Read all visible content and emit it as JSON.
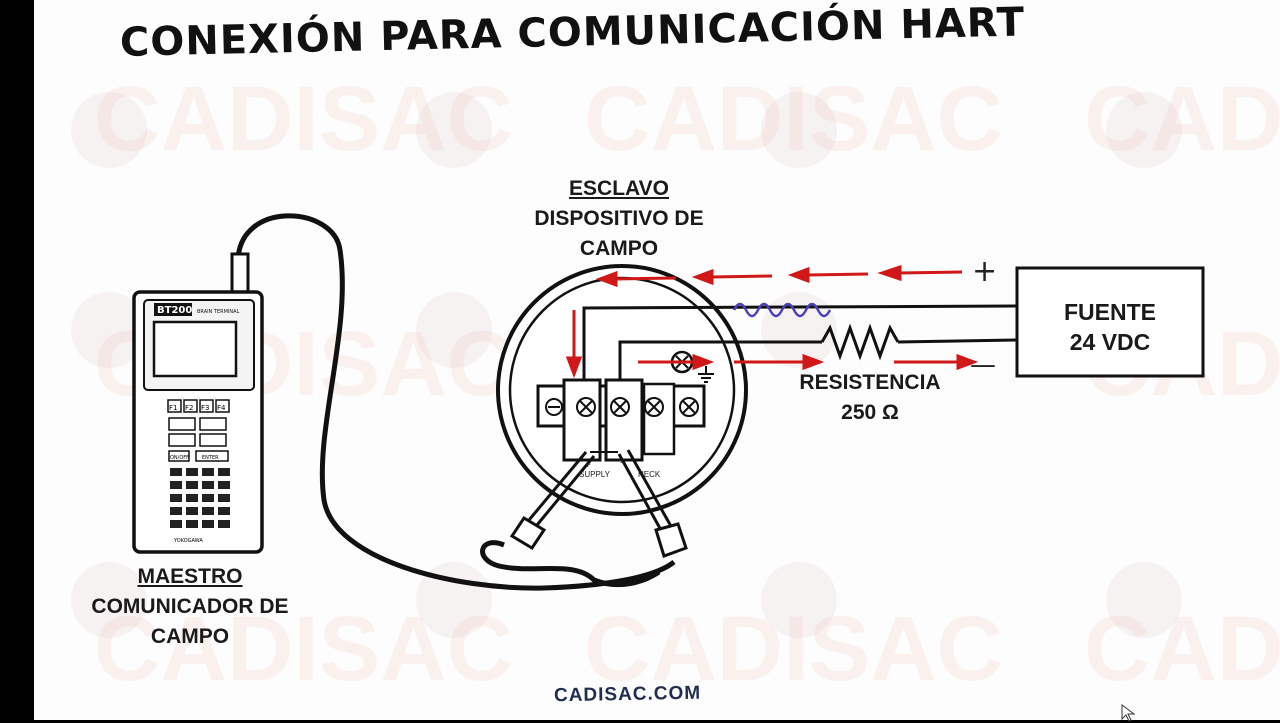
{
  "title": "CONEXIÓN PARA COMUNICACIÓN HART",
  "watermark": {
    "brand": "CADISAC"
  },
  "slave": {
    "heading": "ESCLAVO",
    "line1": "DISPOSITIVO DE",
    "line2": "CAMPO"
  },
  "master": {
    "heading": "MAESTRO",
    "line1": "COMUNICADOR DE",
    "line2": "CAMPO"
  },
  "power_supply": {
    "line1": "FUENTE",
    "line2": "24 VDC",
    "plus": "+",
    "minus": "—"
  },
  "resistor": {
    "label": "RESISTENCIA",
    "value": "250  Ω"
  },
  "terminal": {
    "supply_label": "SUPPLY",
    "check_label": "HECK",
    "plus": "+",
    "minus": "−"
  },
  "communicator": {
    "model": "BT200",
    "subtitle": "BRAIN TERMINAL",
    "keys": [
      "F1",
      "F2",
      "F3",
      "F4"
    ],
    "key_onoff": "ON/OFF",
    "key_enter": "ENTER",
    "brand": "YOKOGAWA"
  },
  "footer": "CADISAC.COM",
  "colors": {
    "arrow": "#d01818",
    "wave": "#4a3fb5",
    "watermark": "#e8a49a"
  }
}
